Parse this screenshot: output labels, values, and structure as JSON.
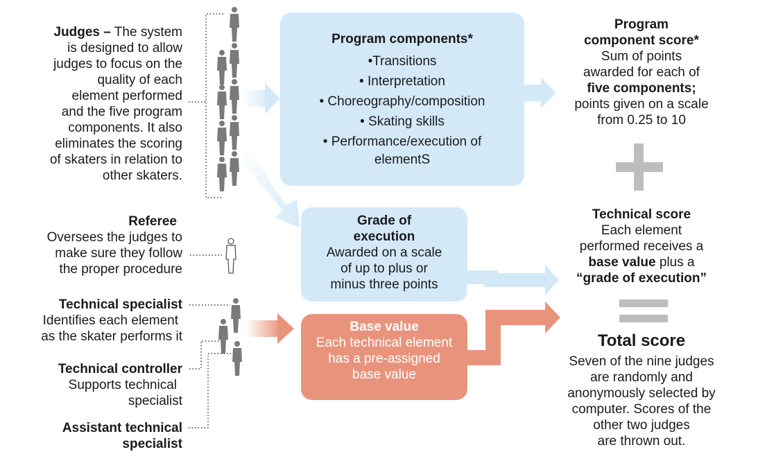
{
  "judges": {
    "title": "Judges –",
    "text_first": " The system",
    "lines": [
      "is designed to allow",
      "judges to focus on the",
      "quality of each",
      "element performed",
      "and the five program",
      "components. It also",
      "eliminates the scoring",
      "of skaters in relation to",
      "other skaters."
    ]
  },
  "referee": {
    "title": "Referee",
    "lines": [
      "Oversees the judges to",
      "make sure they follow",
      "the proper procedure"
    ]
  },
  "technical_specialist": {
    "title": "Technical specialist",
    "lines": [
      "Identifies each element",
      "as the skater performs it"
    ]
  },
  "technical_controller": {
    "title": "Technical controller",
    "lines": [
      "Supports technical",
      "specialist"
    ]
  },
  "assistant_specialist": {
    "title_lines": [
      "Assistant technical",
      "specialist"
    ]
  },
  "program_components": {
    "title": "Program components*",
    "items": [
      "•Transitions",
      "• Interpretation",
      "• Choreography/composition",
      "• Skating skills",
      "• Performance/execution of",
      "elementS"
    ]
  },
  "grade_of_execution": {
    "title_lines": [
      "Grade of",
      "execution"
    ],
    "lines": [
      "Awarded on a scale",
      "of up to plus or",
      "minus three points"
    ]
  },
  "base_value": {
    "title": "Base value",
    "lines": [
      "Each technical element",
      "has a pre-assigned",
      "base value"
    ]
  },
  "program_component_score": {
    "title_lines": [
      "Program",
      "component score*"
    ],
    "line1": "Sum of points",
    "line2": "awarded for each of",
    "line3_bold": "five components;",
    "line4": "points given on a scale",
    "line5": "from 0.25 to 10"
  },
  "technical_score": {
    "title": "Technical score",
    "line1": "Each element",
    "line2": "performed receives a",
    "line3_bold": "base value",
    "line3_rest": " plus a",
    "line4_bold": "“grade of execution”"
  },
  "total_score": {
    "title": "Total score",
    "lines": [
      "Seven of the nine judges",
      "are randomly and",
      "anonymously selected by",
      "computer. Scores of the",
      "other two judges",
      "are thrown out."
    ]
  },
  "colors": {
    "blue_box": "#d3e9f8",
    "salmon_box": "#e8947c",
    "operator_gray": "#bdbdbd",
    "figure_gray": "#7a7a7a"
  }
}
